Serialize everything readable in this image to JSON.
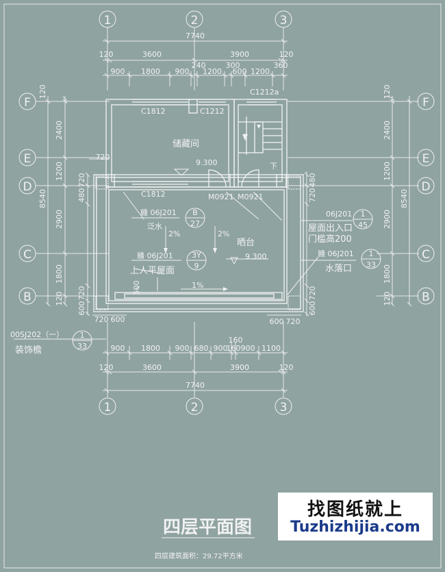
{
  "grid": {
    "columns": [
      "1",
      "2",
      "3"
    ],
    "rows": [
      "F",
      "E",
      "D",
      "C",
      "B"
    ]
  },
  "dims": {
    "top_total": "7740",
    "top_row2": [
      "120",
      "3600",
      "3900",
      "120"
    ],
    "top_row3": [
      "900",
      "1800",
      "900",
      "240",
      "1200",
      "300",
      "600",
      "1200",
      "360"
    ],
    "bottom_total": "7740",
    "bottom_row1": [
      "900",
      "1800",
      "900",
      "680",
      "900",
      "160",
      "900",
      "1100"
    ],
    "bottom_160": "160",
    "bottom_row2": [
      "120",
      "3600",
      "3900",
      "120"
    ],
    "left_total": "8540",
    "left_segments": [
      "120",
      "2400",
      "1200",
      "2900",
      "1800",
      "120"
    ],
    "left_small": [
      "720",
      "480",
      "720",
      "600"
    ],
    "right_total": "8540",
    "right_segments": [
      "120",
      "2400",
      "1200",
      "2900",
      "1800",
      "120"
    ],
    "right_small": [
      "480",
      "720",
      "720",
      "600"
    ],
    "plan_720": "720",
    "plan_600": "600",
    "plan_600_r": "600",
    "plan_720_r": "720",
    "plan_720_top": "720",
    "plan_500": "500"
  },
  "labels": {
    "c1812_a": "C1812",
    "c1212": "C1212",
    "c1212a": "C1212a",
    "c1812_b": "C1812",
    "m0921_a": "M0921",
    "m0921_b": "M0921",
    "storage": "储藏间",
    "elev_storage": "9.300",
    "down": "下",
    "ref1": "赣 06J201",
    "flashing": "泛水",
    "slope1": "2%",
    "slope2": "2%",
    "terrace": "晒台",
    "elev_terrace": "9.300",
    "ref2": "赣 06J201",
    "roof_access": "上人平屋面",
    "slope3": "1%",
    "ref3": "06J201",
    "roof_exit": "屋面出入口",
    "threshold": "门槛高200",
    "ref4": "赣 06J201",
    "drain": "水落口",
    "ref5": "00SJ202（一）",
    "deco_eave": "装饰檐"
  },
  "circles": {
    "b1_top": "B",
    "b1_bot": "27",
    "b2_top": "3Y",
    "b2_bot": "9",
    "b3_top": "1",
    "b3_bot": "45",
    "b4_top": "1",
    "b4_bot": "33",
    "b5_top": "1",
    "b5_bot": "33"
  },
  "title": {
    "main": "四层平面图",
    "area": "四层建筑面积：29.72平方米"
  },
  "watermark": {
    "cn": "找图纸就上",
    "en": "Tuzhizhijia.com"
  }
}
